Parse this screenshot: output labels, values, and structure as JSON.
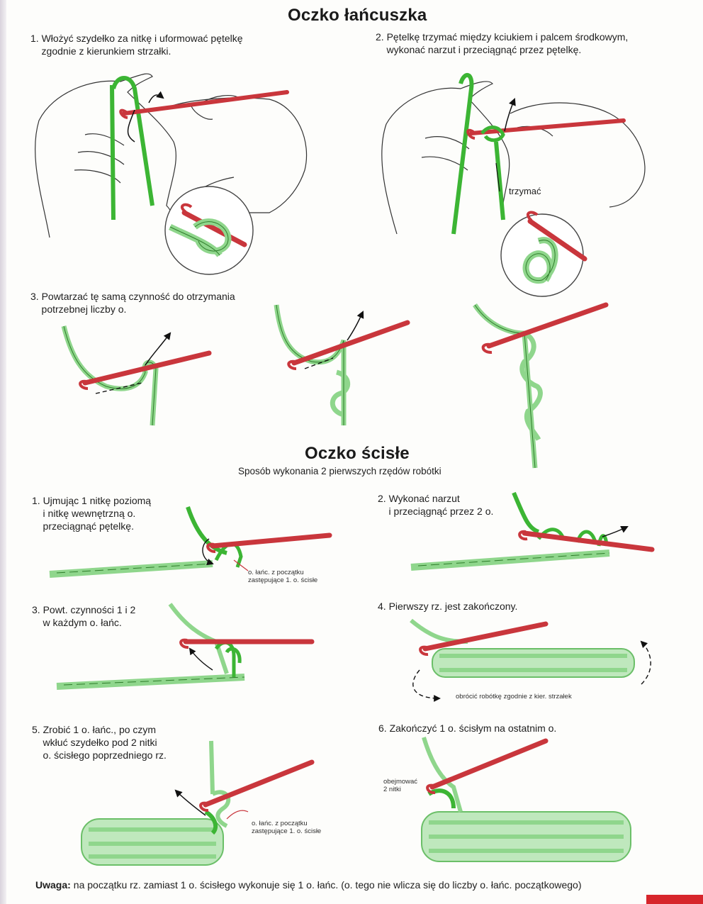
{
  "sections": {
    "chain": {
      "title": "Oczko łańcuszka",
      "step1": "1. Włożyć szydełko za nitkę i uformować pętelkę\n    zgodnie z kierunkiem strzałki.",
      "step2": "2. Pętelkę trzymać między kciukiem i palcem środkowym,\n    wykonać narzut i przeciągnąć przez pętelkę.",
      "hold_label": "trzymać",
      "step3": "3. Powtarzać tę samą czynność do otrzymania\n    potrzebnej liczby o."
    },
    "single": {
      "title": "Oczko ścisłe",
      "subtitle": "Sposób wykonania 2 pierwszych rzędów robótki",
      "step1": "1. Ujmując 1 nitkę poziomą\n    i nitkę wewnętrzną o.\n    przeciągnąć pętelkę.",
      "step1_note": "o. łańc. z początku\nzastępujące 1. o. ścisłe",
      "step2": "2. Wykonać narzut\n    i przeciągnąć przez 2 o.",
      "step3": "3. Powt. czynności 1 i 2\n    w każdym o. łańc.",
      "step4": "4. Pierwszy rz. jest zakończony.",
      "step4_note": "obrócić robótkę zgodnie z kier. strzałek",
      "step5": "5. Zrobić 1 o. łańc., po czym\n    wkłuć szydełko pod 2 nitki\n    o. ścisłego poprzedniego rz.",
      "step5_note": "o. łańc. z początku\nzastępujące 1. o. ścisłe",
      "step6": "6. Zakończyć 1 o. ścisłym na ostatnim o.",
      "step6_note": "obejmować\n2 nitki"
    }
  },
  "footer": {
    "note_label": "Uwaga:",
    "note_text": "na początku rz. zamiast 1 o. ścisłego wykonuje się 1 o. łańc. (o. tego nie wlicza się do liczby o. łańc. początkowego)"
  },
  "colors": {
    "yarn_dark": "#3cb534",
    "yarn_light": "#8fd68c",
    "hook": "#c9363c",
    "page_accent": "#d7262b"
  }
}
